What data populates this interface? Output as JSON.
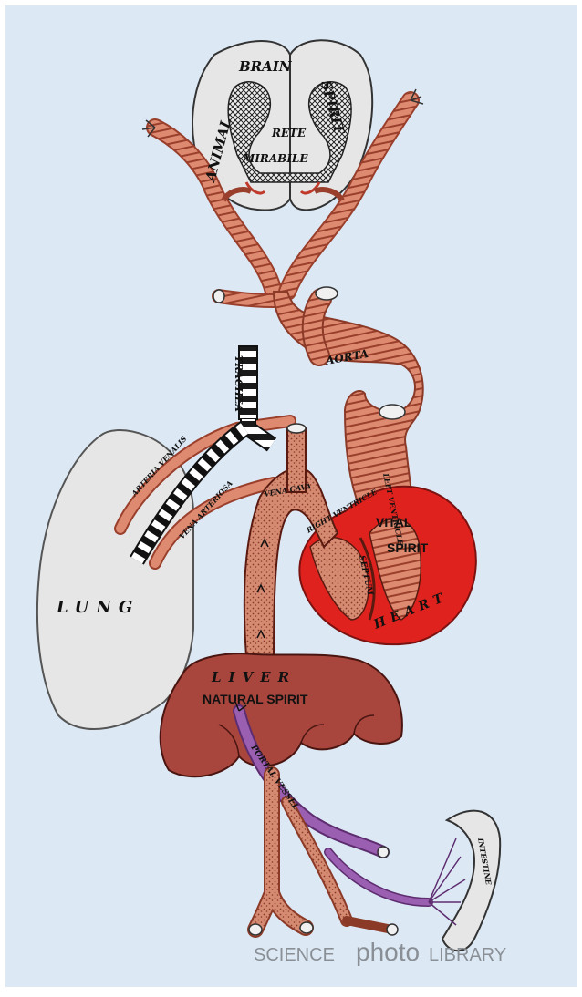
{
  "colors": {
    "background": "#dce9f5",
    "frame": "#ffffff",
    "vessel": "#d9826a",
    "vessel_stripe": "#9a3f2c",
    "vessel_dark": "#8c3a28",
    "heart": "#e0221e",
    "liver": "#a8463e",
    "lung": "#e8e8e8",
    "portal_vein": "#9a5fb0",
    "brain": "#e6e6e6",
    "outline": "#2a2a2a"
  },
  "labels": {
    "brain_animal": "ANIMAL",
    "brain_brain": "BRAIN",
    "brain_spirit": "SPIRIT",
    "rete": "RETE",
    "mirabile": "MIRABILE",
    "trachea": "TRACHEA",
    "aorta": "AORTA",
    "arteria_venalis": "ARTERIA VENALIS",
    "vena_arteriosa": "VENA ARTERIOSA",
    "vena_cava": "VENA CAVA",
    "right_ventricle": "RIGHT VENTRICLE",
    "septum": "SEPTUM",
    "left_ventricle": "LEFT VENTRICLE",
    "vital": "VITAL",
    "vital_spirit": "SPIRIT",
    "heart": "HEART",
    "lung": "LUNG",
    "liver": "LIVER",
    "natural_spirit": "NATURAL SPIRIT",
    "portal_vessel": "PORTAL VESSEL",
    "intestine": "INTESTINE"
  },
  "watermark": {
    "part1": "SCIENCE",
    "part2": "photo",
    "part3": "LIBRARY"
  }
}
